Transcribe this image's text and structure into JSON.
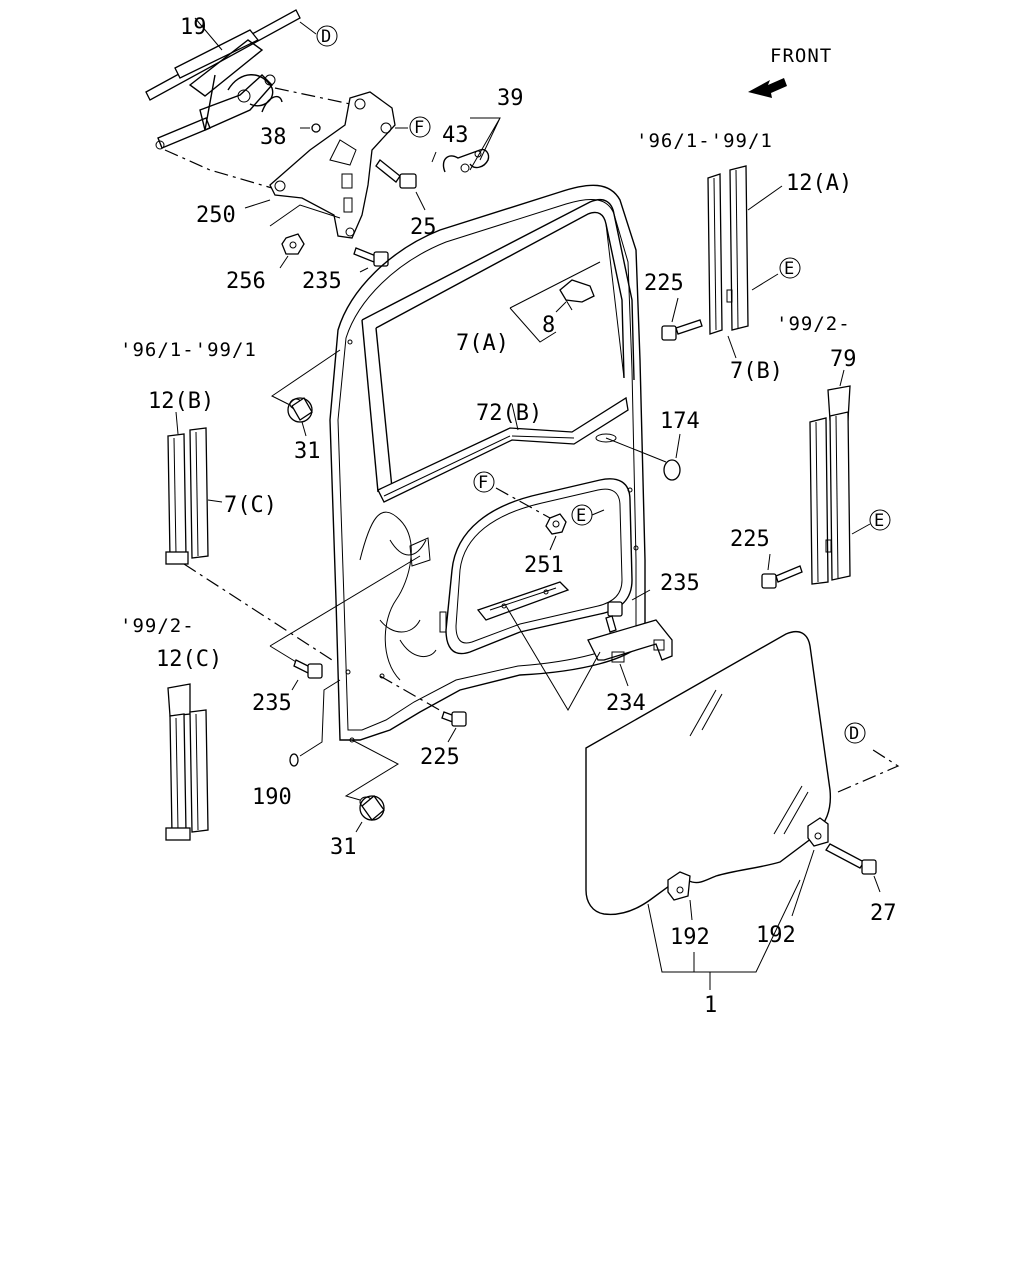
{
  "header": {
    "front_label": "FRONT"
  },
  "annotations": {
    "yr_a": "'96/1-'99/1",
    "yr_b": "'99/2-",
    "yr_c": "'96/1-'99/1",
    "yr_d": "'99/2-"
  },
  "callouts": {
    "c19": "19",
    "c39": "39",
    "c43": "43",
    "c38": "38",
    "c250": "250",
    "c25": "25",
    "c256": "256",
    "c235a": "235",
    "c12a": "12(A)",
    "c225a": "225",
    "c7a": "7(A)",
    "c8": "8",
    "c7b": "7(B)",
    "c79": "79",
    "c12b": "12(B)",
    "c31a": "31",
    "c72b": "72(B)",
    "c174": "174",
    "c7c": "7(C)",
    "c251": "251",
    "c225b": "225",
    "c235b": "235",
    "c12c": "12(C)",
    "c235c": "235",
    "c234": "234",
    "c225c": "225",
    "c190": "190",
    "c31b": "31",
    "c27": "27",
    "c192a": "192",
    "c192b": "192",
    "c1": "1"
  },
  "refs": {
    "D": "D",
    "E": "E",
    "F": "F"
  }
}
